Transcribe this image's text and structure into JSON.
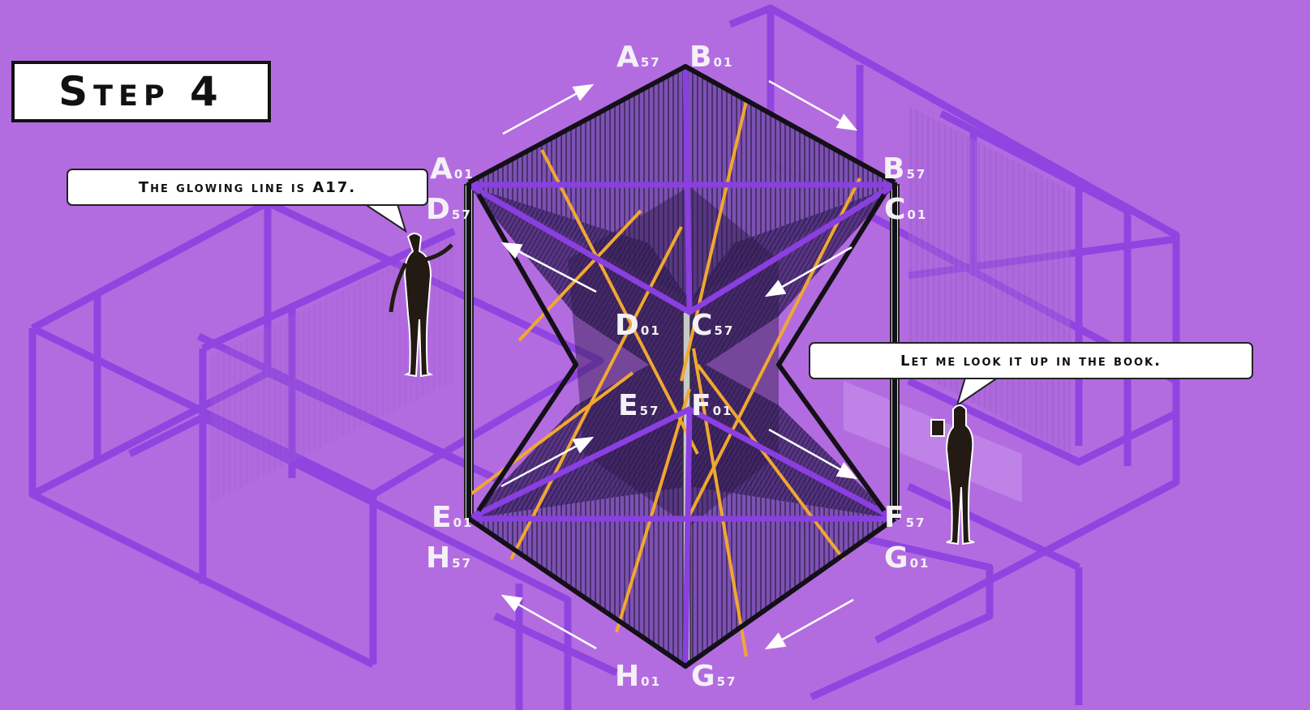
{
  "title": "Step 4",
  "colors": {
    "background": "#b36ce0",
    "frame": "#8a3fe0",
    "edge": "#141018",
    "strand": "#f0a830",
    "label": "#f4f0f7"
  },
  "speech": [
    {
      "id": "left",
      "text": "The glowing line is A17."
    },
    {
      "id": "right",
      "text": "Let me look it up in the book."
    }
  ],
  "vertex_labels": [
    {
      "letter": "A",
      "sub": "57"
    },
    {
      "letter": "B",
      "sub": "01"
    },
    {
      "letter": "A",
      "sub": "01"
    },
    {
      "letter": "B",
      "sub": "57"
    },
    {
      "letter": "D",
      "sub": "57"
    },
    {
      "letter": "C",
      "sub": "01"
    },
    {
      "letter": "D",
      "sub": "01"
    },
    {
      "letter": "C",
      "sub": "57"
    },
    {
      "letter": "E",
      "sub": "57"
    },
    {
      "letter": "F",
      "sub": "01"
    },
    {
      "letter": "E",
      "sub": "01"
    },
    {
      "letter": "F",
      "sub": "57"
    },
    {
      "letter": "H",
      "sub": "57"
    },
    {
      "letter": "G",
      "sub": "01"
    },
    {
      "letter": "H",
      "sub": "01"
    },
    {
      "letter": "G",
      "sub": "57"
    }
  ]
}
